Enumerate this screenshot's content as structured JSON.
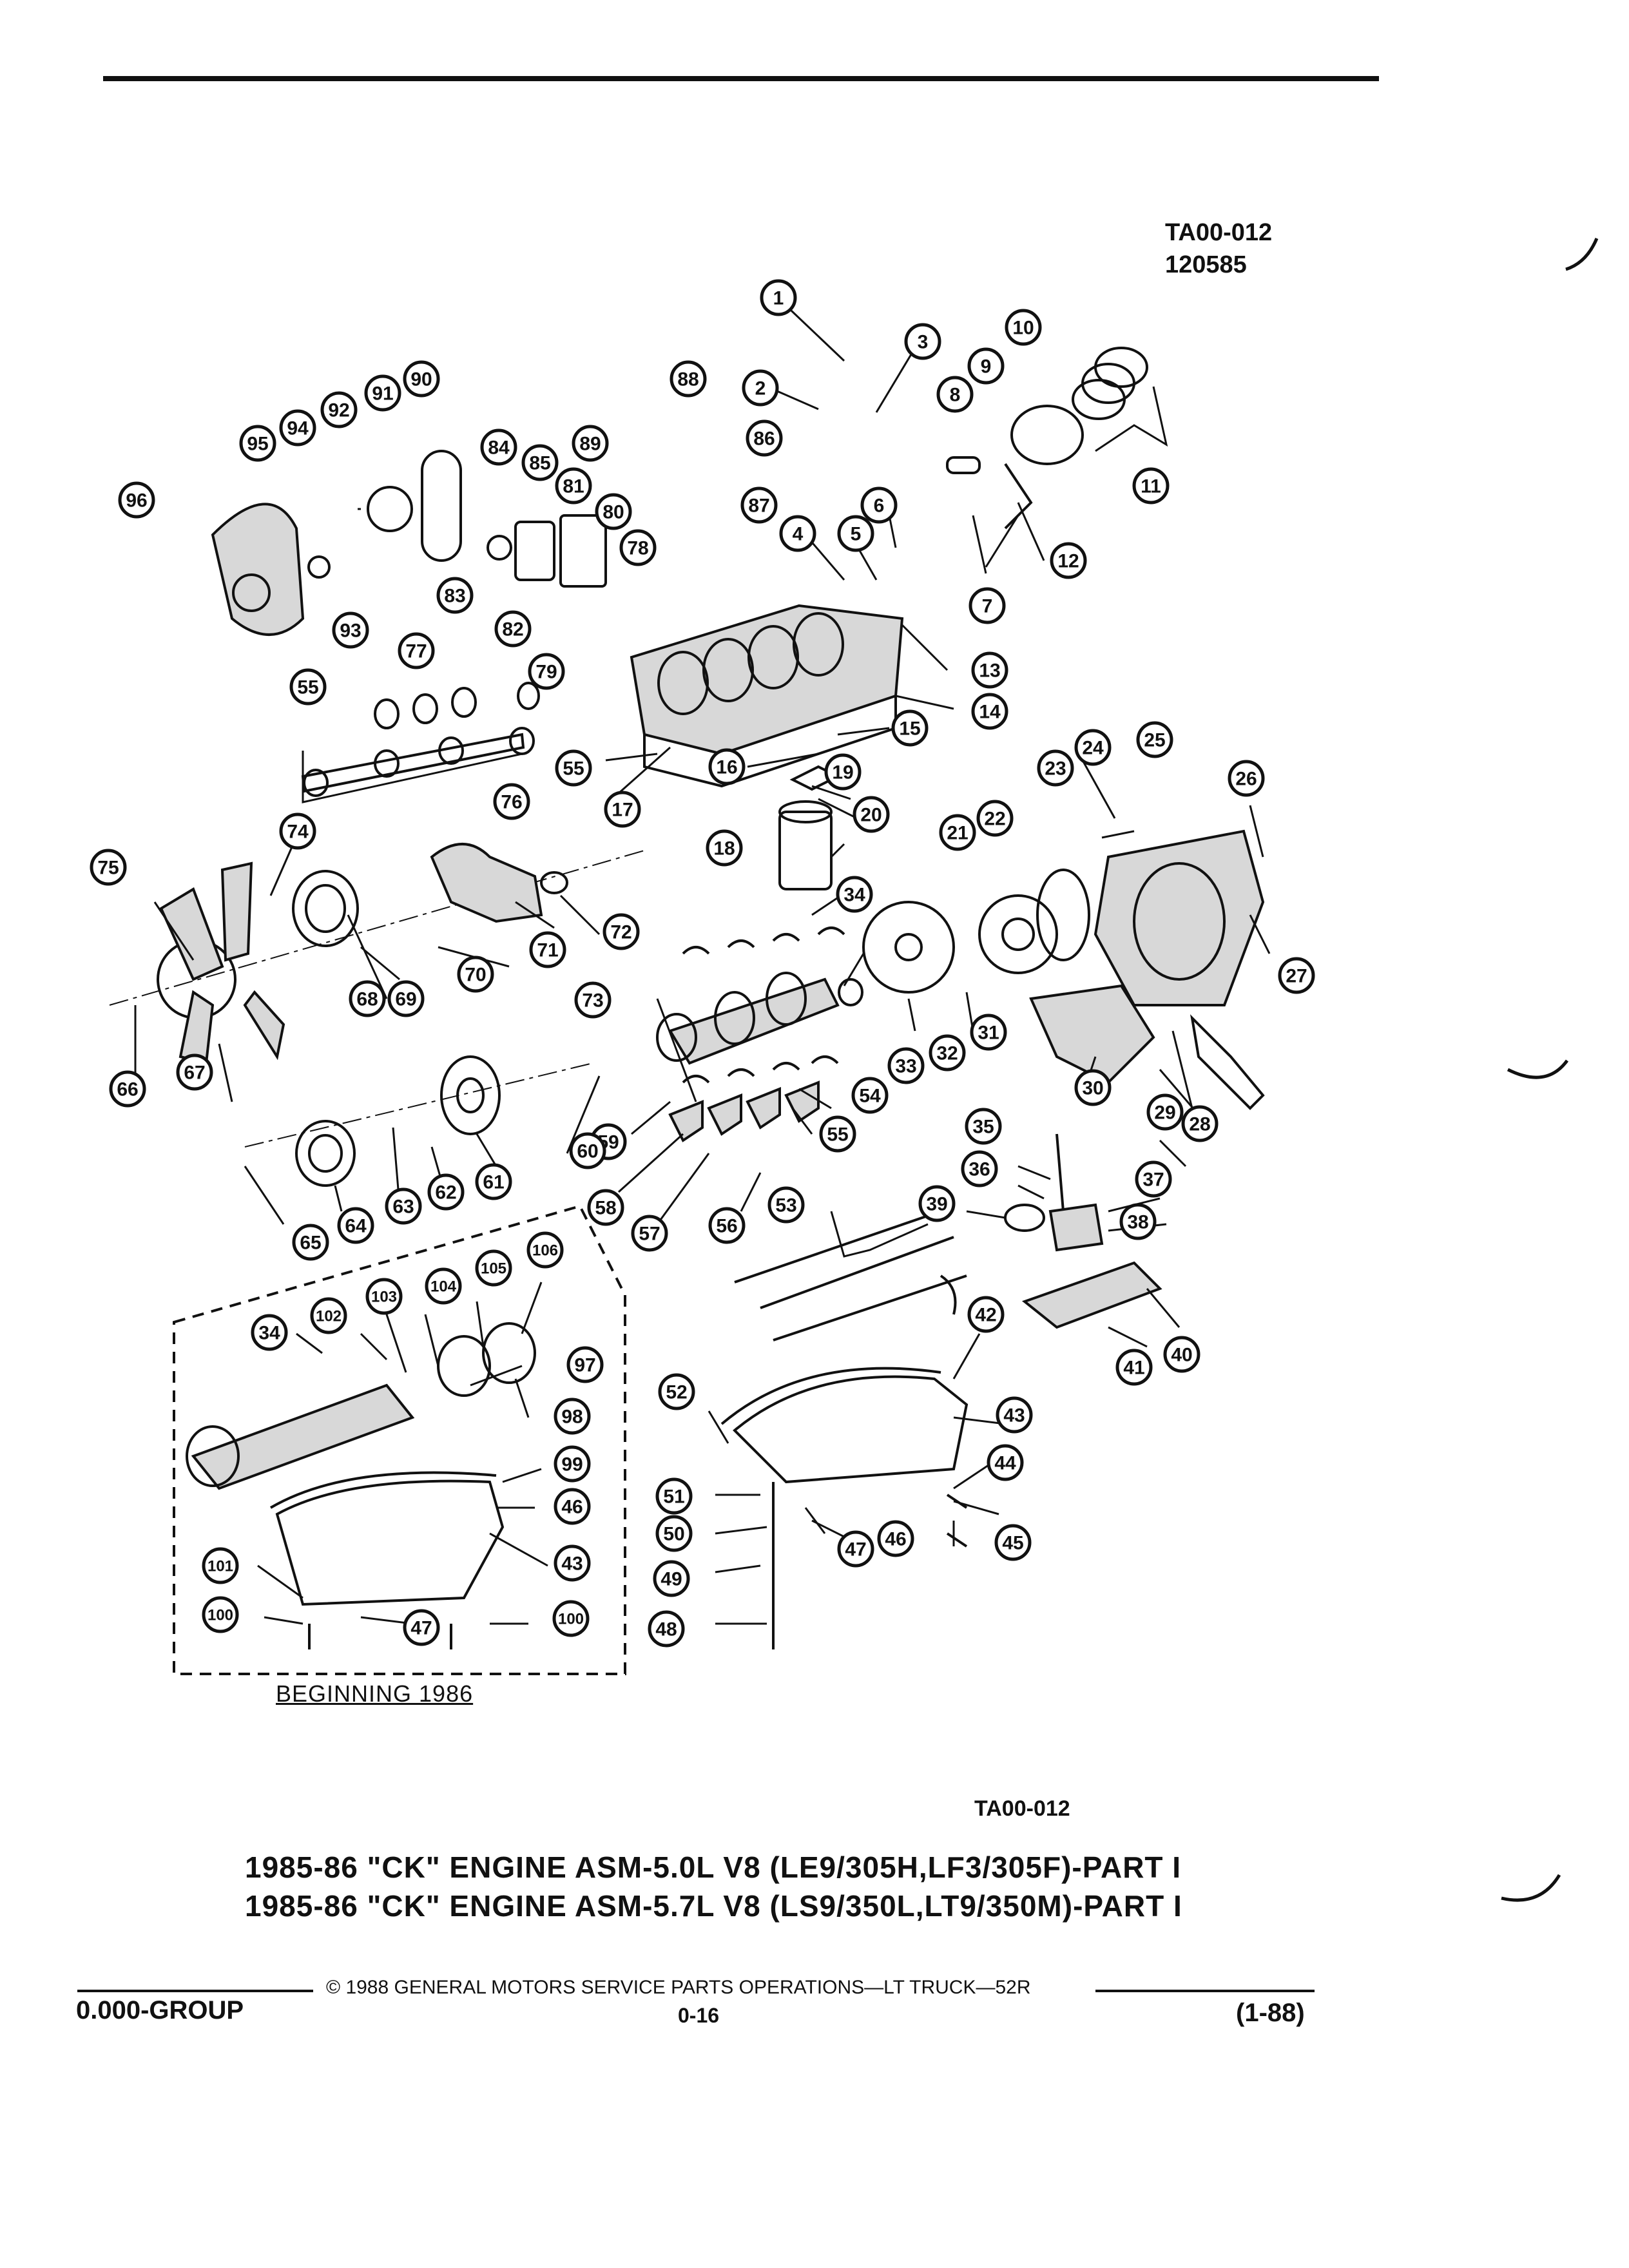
{
  "header": {
    "diagram_code": "TA00-012",
    "diagram_number": "120585"
  },
  "diagram": {
    "inset_label": "BEGINNING 1986",
    "callouts": [
      {
        "n": "1"
      },
      {
        "n": "2"
      },
      {
        "n": "3"
      },
      {
        "n": "4"
      },
      {
        "n": "5"
      },
      {
        "n": "6"
      },
      {
        "n": "7"
      },
      {
        "n": "8"
      },
      {
        "n": "9"
      },
      {
        "n": "10"
      },
      {
        "n": "11"
      },
      {
        "n": "12"
      },
      {
        "n": "13"
      },
      {
        "n": "14"
      },
      {
        "n": "15"
      },
      {
        "n": "16"
      },
      {
        "n": "17"
      },
      {
        "n": "18"
      },
      {
        "n": "19"
      },
      {
        "n": "20"
      },
      {
        "n": "21"
      },
      {
        "n": "22"
      },
      {
        "n": "23"
      },
      {
        "n": "24"
      },
      {
        "n": "25"
      },
      {
        "n": "26"
      },
      {
        "n": "27"
      },
      {
        "n": "28"
      },
      {
        "n": "29"
      },
      {
        "n": "30"
      },
      {
        "n": "31"
      },
      {
        "n": "32"
      },
      {
        "n": "33"
      },
      {
        "n": "34"
      },
      {
        "n": "35"
      },
      {
        "n": "36"
      },
      {
        "n": "37"
      },
      {
        "n": "38"
      },
      {
        "n": "39"
      },
      {
        "n": "40"
      },
      {
        "n": "41"
      },
      {
        "n": "42"
      },
      {
        "n": "43"
      },
      {
        "n": "44"
      },
      {
        "n": "45"
      },
      {
        "n": "46"
      },
      {
        "n": "47"
      },
      {
        "n": "48"
      },
      {
        "n": "49"
      },
      {
        "n": "50"
      },
      {
        "n": "51"
      },
      {
        "n": "52"
      },
      {
        "n": "53"
      },
      {
        "n": "54"
      },
      {
        "n": "55"
      },
      {
        "n": "55"
      },
      {
        "n": "55"
      },
      {
        "n": "56"
      },
      {
        "n": "57"
      },
      {
        "n": "58"
      },
      {
        "n": "59"
      },
      {
        "n": "60"
      },
      {
        "n": "61"
      },
      {
        "n": "62"
      },
      {
        "n": "63"
      },
      {
        "n": "64"
      },
      {
        "n": "65"
      },
      {
        "n": "66"
      },
      {
        "n": "67"
      },
      {
        "n": "68"
      },
      {
        "n": "69"
      },
      {
        "n": "70"
      },
      {
        "n": "71"
      },
      {
        "n": "72"
      },
      {
        "n": "73"
      },
      {
        "n": "74"
      },
      {
        "n": "75"
      },
      {
        "n": "76"
      },
      {
        "n": "77"
      },
      {
        "n": "78"
      },
      {
        "n": "79"
      },
      {
        "n": "80"
      },
      {
        "n": "81"
      },
      {
        "n": "82"
      },
      {
        "n": "83"
      },
      {
        "n": "84"
      },
      {
        "n": "85"
      },
      {
        "n": "86"
      },
      {
        "n": "87"
      },
      {
        "n": "88"
      },
      {
        "n": "89"
      },
      {
        "n": "90"
      },
      {
        "n": "91"
      },
      {
        "n": "92"
      },
      {
        "n": "93"
      },
      {
        "n": "94"
      },
      {
        "n": "95"
      },
      {
        "n": "96"
      },
      {
        "n": "34"
      },
      {
        "n": "102"
      },
      {
        "n": "103"
      },
      {
        "n": "104"
      },
      {
        "n": "105"
      },
      {
        "n": "106"
      },
      {
        "n": "97"
      },
      {
        "n": "98"
      },
      {
        "n": "99"
      },
      {
        "n": "46"
      },
      {
        "n": "43"
      },
      {
        "n": "101"
      },
      {
        "n": "100"
      },
      {
        "n": "47"
      },
      {
        "n": "100"
      }
    ]
  },
  "caption": {
    "code": "TA00-012",
    "line1": "1985-86 \"CK\" ENGINE ASM-5.0L V8 (LE9/305H,LF3/305F)-PART I",
    "line2": "1985-86 \"CK\" ENGINE ASM-5.7L V8 (LS9/350L,LT9/350M)-PART I"
  },
  "footer": {
    "copyright": "© 1988 GENERAL MOTORS SERVICE PARTS OPERATIONS—LT TRUCK—52R",
    "group": "0.000-GROUP",
    "page": "0-16",
    "date": "(1-88)"
  }
}
